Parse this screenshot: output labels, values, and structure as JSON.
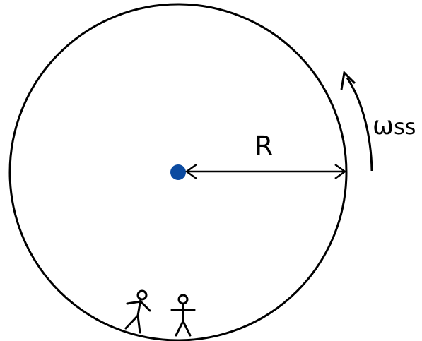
{
  "diagram": {
    "radius_label": "R",
    "omega_symbol": "ω",
    "omega_subscript": "ss",
    "colors": {
      "stroke": "#000000",
      "center_dot": "#0b4aa0",
      "background": "#ffffff"
    },
    "icons": [
      "station-ring",
      "center-point",
      "radius-arrow",
      "rotation-arrow",
      "walking-person-icon",
      "standing-person-icon"
    ]
  }
}
